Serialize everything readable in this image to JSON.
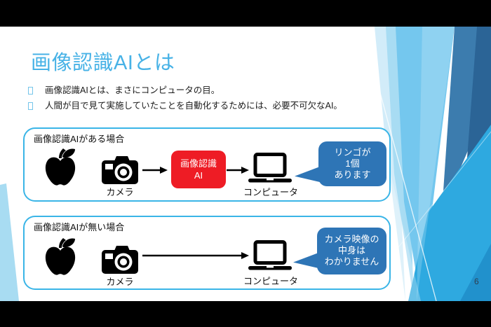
{
  "slide": {
    "title": "画像認識AIとは",
    "page_number": "6",
    "bullets": [
      "画像認識AIとは、まさにコンピュータの目。",
      "人間が目で見て実施していたことを自動化するためには、必要不可欠なAI。"
    ],
    "diagram_with_ai": {
      "label": "画像認識AIがある場合",
      "camera_label": "カメラ",
      "computer_label": "コンピュータ",
      "ai_box_line1": "画像認識",
      "ai_box_line2": "AI",
      "bubble_lines": [
        "リンゴが",
        "1個",
        "あります"
      ]
    },
    "diagram_without_ai": {
      "label": "画像認識AIが無い場合",
      "camera_label": "カメラ",
      "computer_label": "コンピュータ",
      "bubble_lines": [
        "カメラ映像の",
        "中身は",
        "わかりません"
      ]
    },
    "colors": {
      "title_blue": "#47b2e6",
      "box_border_blue": "#3ab5e7",
      "ai_box_red": "#ee1c25",
      "speech_bubble_blue": "#2e75b6",
      "facet_light_blue": "#74c7ee",
      "facet_steel_blue": "#3c7cae",
      "facet_cyan": "#2ea9e0"
    }
  }
}
